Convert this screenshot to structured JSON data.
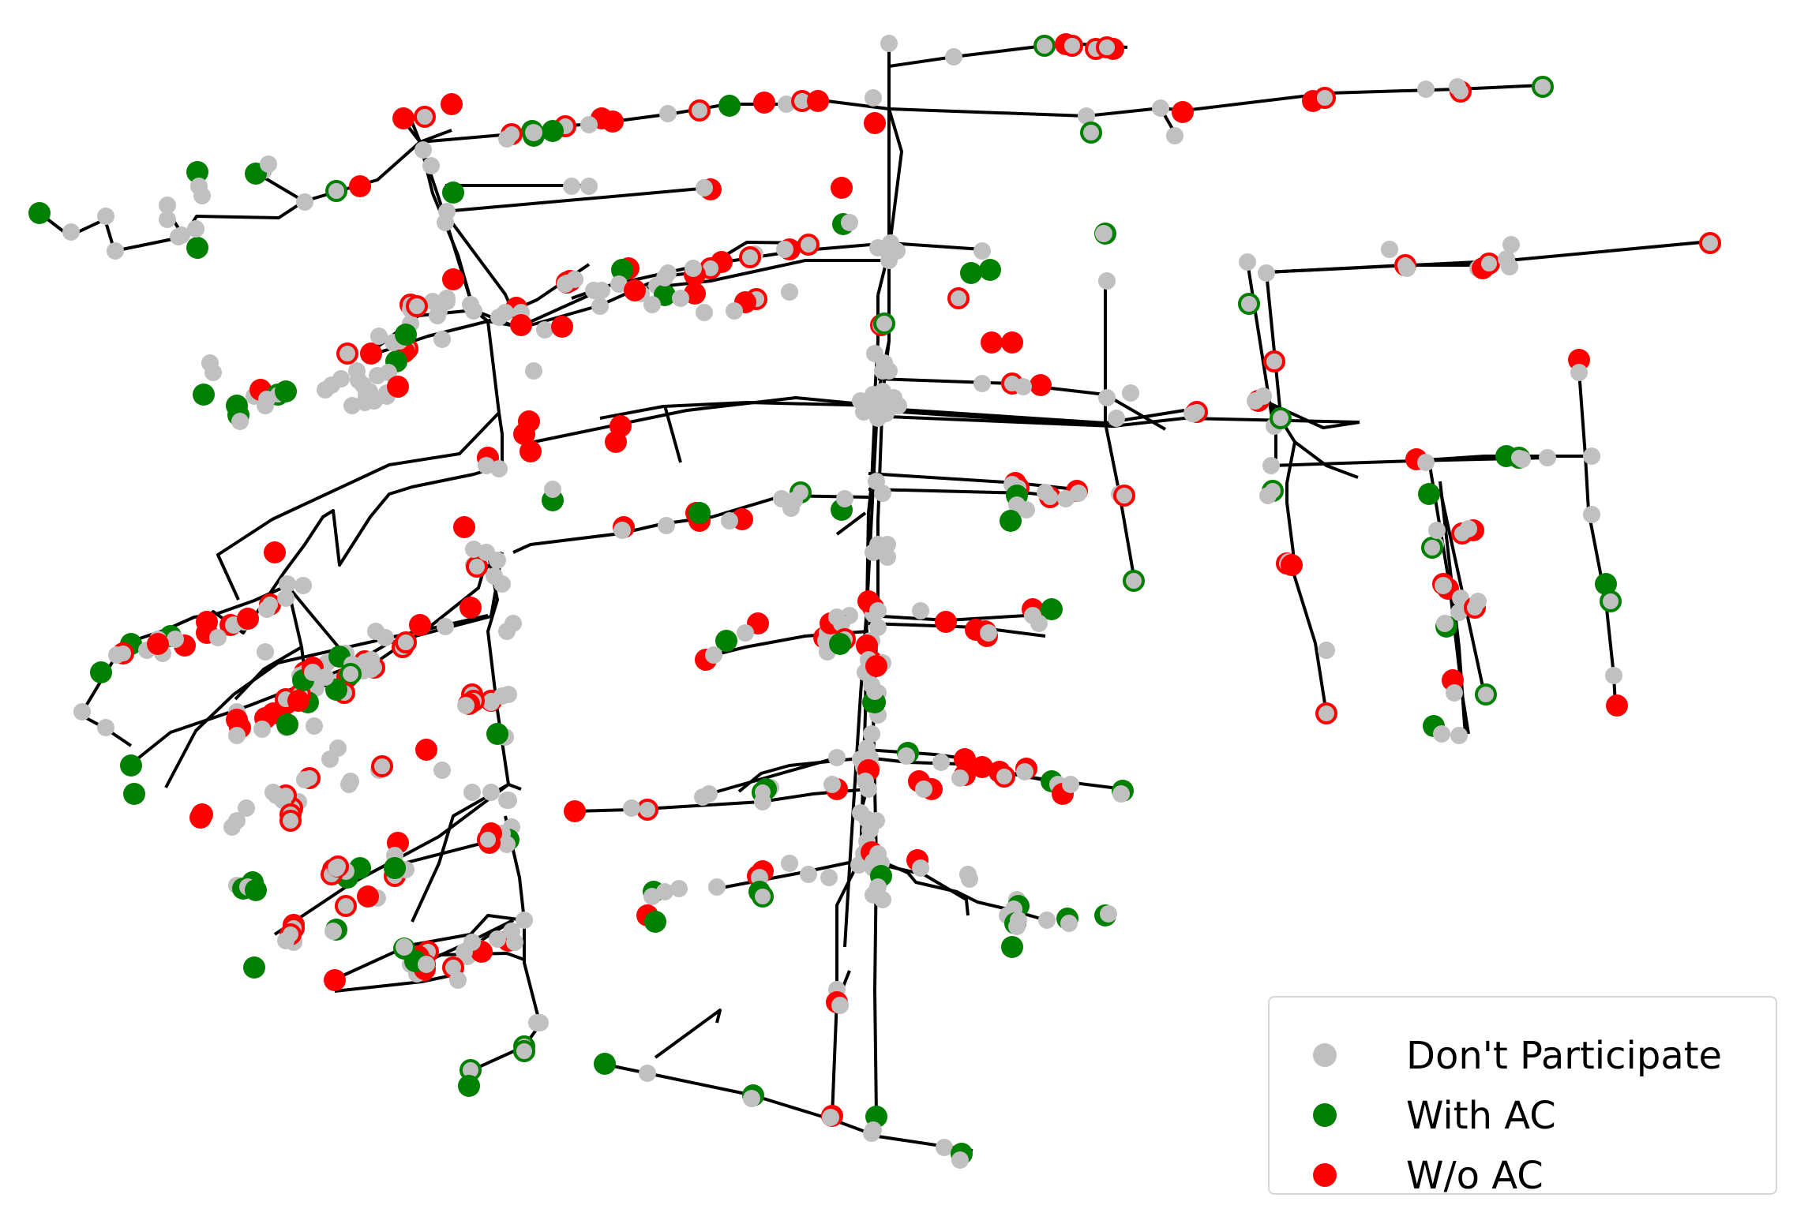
{
  "colors": {
    "dont_participate": "#c0c0c0",
    "with_ac": "#008000",
    "without_ac": "#ff0000",
    "edge": "#000000"
  },
  "legend": {
    "items": [
      {
        "key": "dont_participate",
        "label": "Don't Participate"
      },
      {
        "key": "with_ac",
        "label": "With AC"
      },
      {
        "key": "without_ac",
        "label": "W/o AC"
      }
    ]
  }
}
